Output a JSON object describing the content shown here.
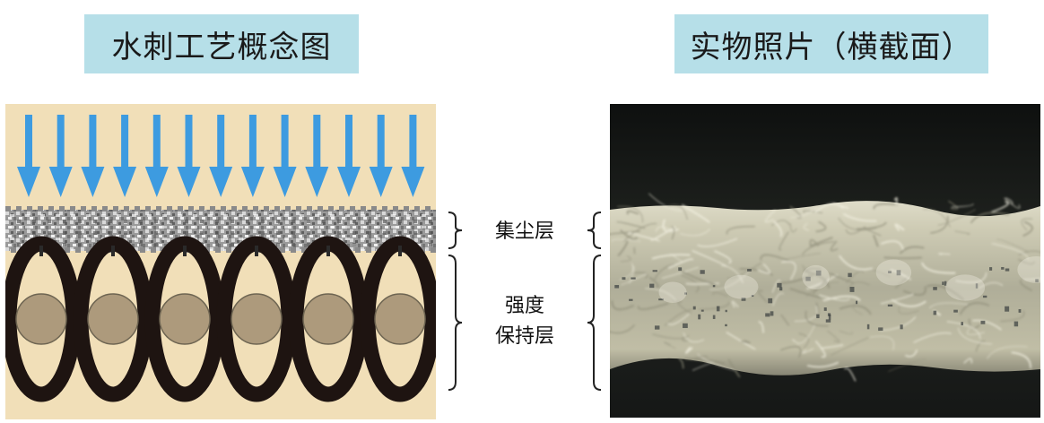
{
  "titles": {
    "concept": "水刺工艺概念图",
    "photo": "实物照片（横截面）"
  },
  "labels": {
    "dust_layer": "集尘层",
    "strength_layer_line1": "强度",
    "strength_layer_line2": "保持层"
  },
  "colors": {
    "title_bg": "#b6dfe8",
    "concept_bg": "#f1dfb8",
    "arrow": "#3d9be0",
    "weave": "#1e1411",
    "fiber_core": "#ad9a7c",
    "photo_bg": "#141615"
  },
  "diagram": {
    "arrow_count": 13,
    "fiber_count": 6,
    "icons": [
      "water-jet-arrow-icon",
      "bracket-icon"
    ]
  }
}
